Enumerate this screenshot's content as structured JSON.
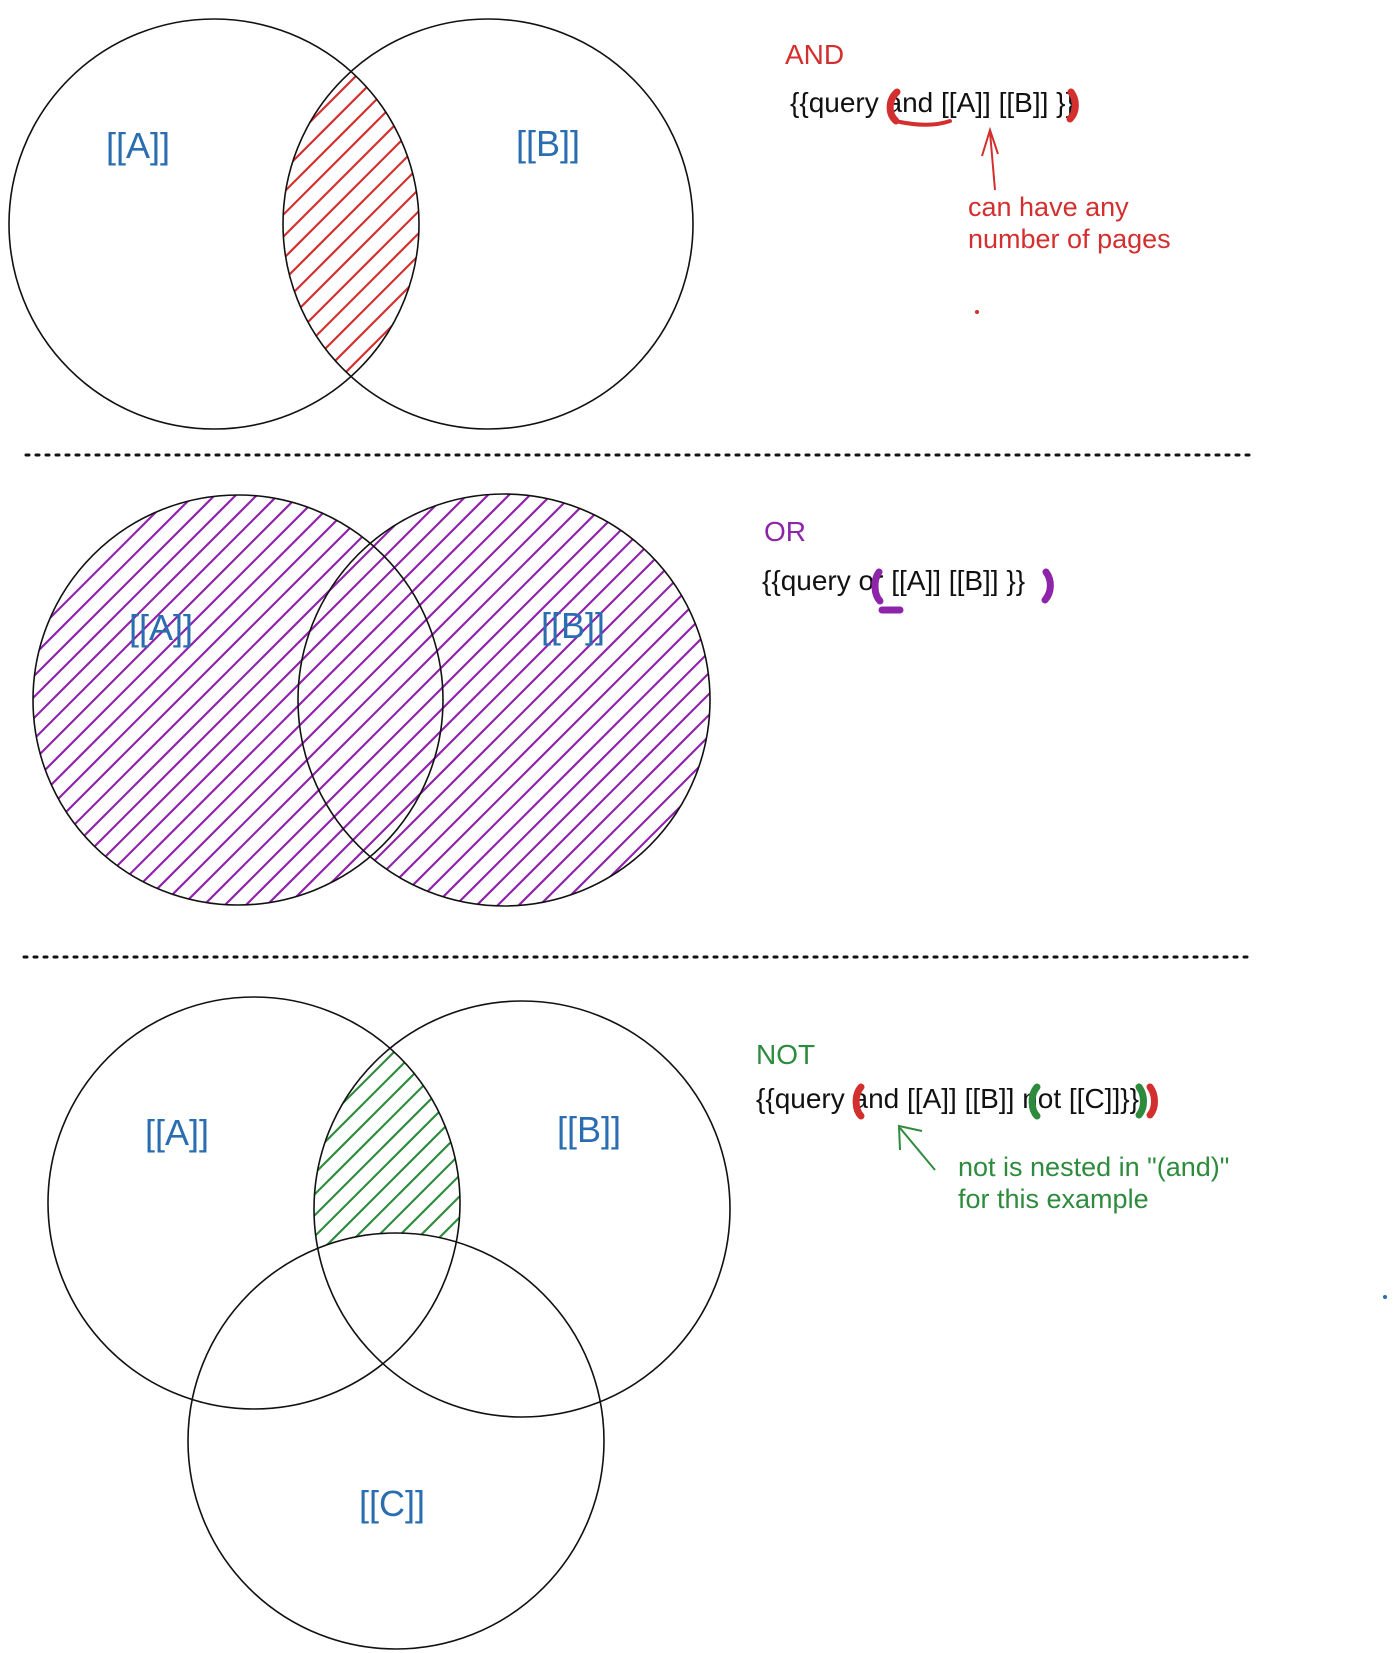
{
  "colors": {
    "and": "#d32f2f",
    "or": "#8e24aa",
    "not": "#2e8b3e",
    "label": "#2a6db0",
    "ink": "#111111"
  },
  "and_section": {
    "circle_labels": [
      "[[A]]",
      "[[B]]"
    ],
    "heading": "AND",
    "query": {
      "open": "{{query ",
      "keyword": "and",
      "pages": " [[A]] [[B]]",
      "close": " }}"
    },
    "note_lines": [
      "can have any",
      "number of pages"
    ]
  },
  "or_section": {
    "circle_labels": [
      "[[A]]",
      "[[B]]"
    ],
    "heading": "OR",
    "query": {
      "open": "{{query ",
      "keyword": "or",
      "pages": " [[A]] [[B]]",
      "close": " }}"
    }
  },
  "not_section": {
    "circle_labels": [
      "[[A]]",
      "[[B]]",
      "[[C]]"
    ],
    "heading": "NOT",
    "query": {
      "open": "{{query ",
      "keyword": "and",
      "pages": " [[A]] [[B]] ",
      "inner_keyword": "not",
      "inner_pages": " [[C]]",
      "close": "}}"
    },
    "note_lines": [
      "not is nested in \"(and)\"",
      "for this example"
    ]
  }
}
